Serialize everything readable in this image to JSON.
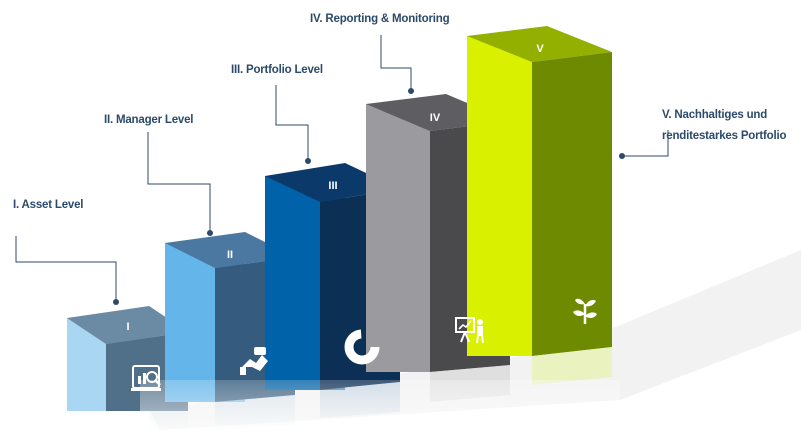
{
  "levels": [
    {
      "id": "I",
      "title": "I. Asset Level",
      "roman": "I",
      "icon": "analytics-icon"
    },
    {
      "id": "II",
      "title": "II. Manager Level",
      "roman": "II",
      "icon": "handshake-icon"
    },
    {
      "id": "III",
      "title": "III. Portfolio Level",
      "roman": "III",
      "icon": "donut-chart-icon"
    },
    {
      "id": "IV",
      "title": "IV. Reporting & Monitoring",
      "roman": "IV",
      "icon": "presentation-icon"
    },
    {
      "id": "V",
      "title": "V. Nachhaltiges und renditestarkes Portfolio",
      "roman": "V",
      "icon": "sprout-icon"
    }
  ],
  "colors": {
    "label_text": "#2c4a6b",
    "connector": "#2c4a6b",
    "bar1": {
      "front": "#a9d6f2",
      "side": "#506f88",
      "top": "#6b8aa3"
    },
    "bar2": {
      "front": "#64b5ea",
      "side": "#355c7e",
      "top": "#4a78a0"
    },
    "bar3": {
      "front": "#0062a8",
      "side": "#0c2f56",
      "top": "#0b3a6a"
    },
    "bar4": {
      "front": "#9a9a9f",
      "side": "#4a4a4d",
      "top": "#5e5e62"
    },
    "bar5": {
      "front": "#d9f000",
      "side": "#6e8a00",
      "top": "#93b000"
    }
  }
}
